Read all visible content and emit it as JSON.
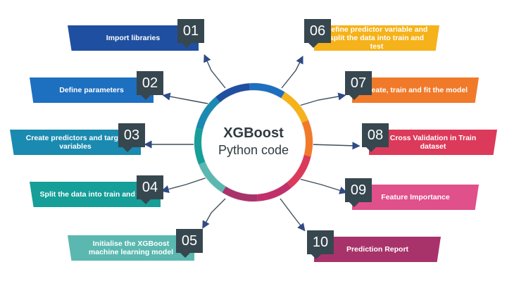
{
  "center": {
    "title": "XGBoost",
    "subtitle": "Python code"
  },
  "steps": [
    {
      "number": "01",
      "label": "Import libraries",
      "color": "#1f4fa0"
    },
    {
      "number": "02",
      "label": "Define parameters",
      "color": "#1d6fc0"
    },
    {
      "number": "03",
      "label": "Create predictors and target variables",
      "color": "#1a8ab0"
    },
    {
      "number": "04",
      "label": "Split the data into train and test",
      "color": "#169e98"
    },
    {
      "number": "05",
      "label": "Initialise the XGBoost machine learning model",
      "color": "#5ab8b0"
    },
    {
      "number": "06",
      "label": "Define predictor variable and split the data into train and test",
      "color": "#f5b21a"
    },
    {
      "number": "07",
      "label": "Create, train and fit the model",
      "color": "#f07a2a"
    },
    {
      "number": "08",
      "label": "Cross Validation in Train dataset",
      "color": "#dc3a5a"
    },
    {
      "number": "09",
      "label": "Feature Importance",
      "color": "#e0508a"
    },
    {
      "number": "10",
      "label": "Prediction Report",
      "color": "#a8336a"
    }
  ],
  "ring_colors": [
    "#1f4fa0",
    "#1d6fc0",
    "#f5b21a",
    "#f07a2a",
    "#dc3a5a",
    "#c0306a",
    "#a8336a",
    "#5ab8b0",
    "#169e98",
    "#1a8ab0"
  ]
}
